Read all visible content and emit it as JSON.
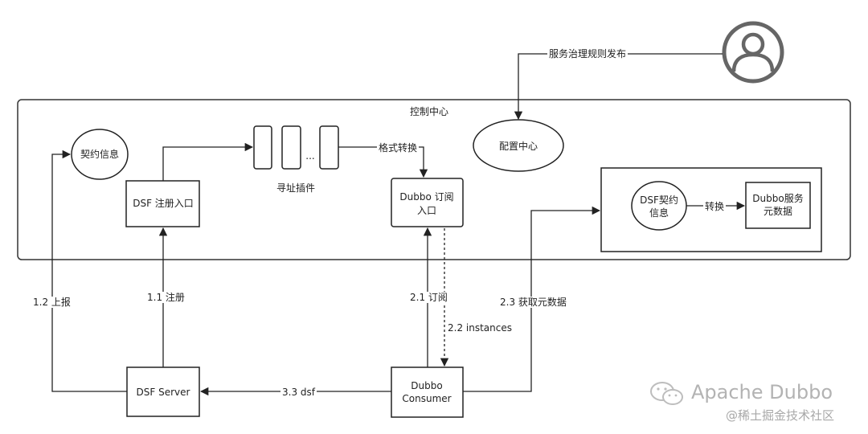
{
  "diagram": {
    "control_center": "控制中心",
    "governance_publish": "服务治理规则发布",
    "contract_info": "契约信息",
    "dsf_register_entry": [
      "DSF 注册入口"
    ],
    "addressing_plugin": "寻址插件",
    "ellipsis": "...",
    "format_convert": "格式转换",
    "config_center": "配置中心",
    "dubbo_subscribe_entry": [
      "Dubbo 订阅",
      "入口"
    ],
    "dsf_contract_info": [
      "DSF契约",
      "信息"
    ],
    "convert": "转换",
    "dubbo_service_metadata": [
      "Dubbo服务",
      "元数据"
    ],
    "report": "1.2 上报",
    "register": "1.1 注册",
    "subscribe": "2.1 订阅",
    "instances": "2.2 instances",
    "get_metadata": "2.3 获取元数据",
    "dsf_server": "DSF Server",
    "dubbo_consumer": [
      "Dubbo",
      "Consumer"
    ],
    "dsf_arrow": "3.3 dsf"
  },
  "watermark": {
    "brand": "Apache Dubbo",
    "source": "@稀土掘金技术社区"
  }
}
